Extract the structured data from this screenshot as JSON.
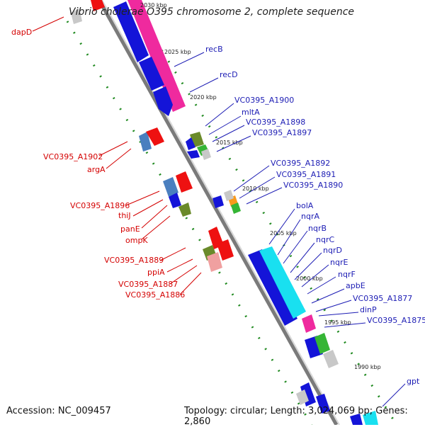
{
  "title": "Vibrio cholerae O395 chromosome 2, complete sequence",
  "footer": {
    "accession": "Accession: NC_009457",
    "summary": "Topology: circular; Length: 3,024,069 bp; Genes: 2,860"
  },
  "kbp_ticks": [
    "2030 kbp",
    "2025 kbp",
    "2020 kbp",
    "2015 kbp",
    "2010 kbp",
    "2005 kbp",
    "2000 kbp",
    "1995 kbp",
    "1990 kbp"
  ],
  "left_labels": [
    "dapD",
    "VC0395_A1902",
    "argA",
    "VC0395_A1896",
    "thiJ",
    "panE",
    "ompK",
    "VC0395_A1889",
    "ppiA",
    "VC0395_A1887",
    "VC0395_A1886"
  ],
  "right_labels": [
    "recB",
    "recD",
    "VC0395_A1900",
    "mltA",
    "VC0395_A1898",
    "VC0395_A1897",
    "VC0395_A1892",
    "VC0395_A1891",
    "VC0395_A1890",
    "bolA",
    "nqrA",
    "nqrB",
    "nqrC",
    "nqrD",
    "nqrE",
    "nqrF",
    "apbE",
    "VC0395_A1877",
    "dinP",
    "VC0395_A1875",
    "gpt"
  ],
  "colors": {
    "backbone": "#7a7a7a",
    "forward_cds": "#1414d8",
    "reverse_cds": "#ee1111",
    "magenta": "#ef2a9e",
    "cyan": "#19e0f0",
    "green": "#35b535",
    "olive": "#6a8a2a",
    "steel": "#4a7fbf",
    "orange": "#f89a1c",
    "grey_box": "#c8c8c8",
    "dots": "#208a20"
  }
}
